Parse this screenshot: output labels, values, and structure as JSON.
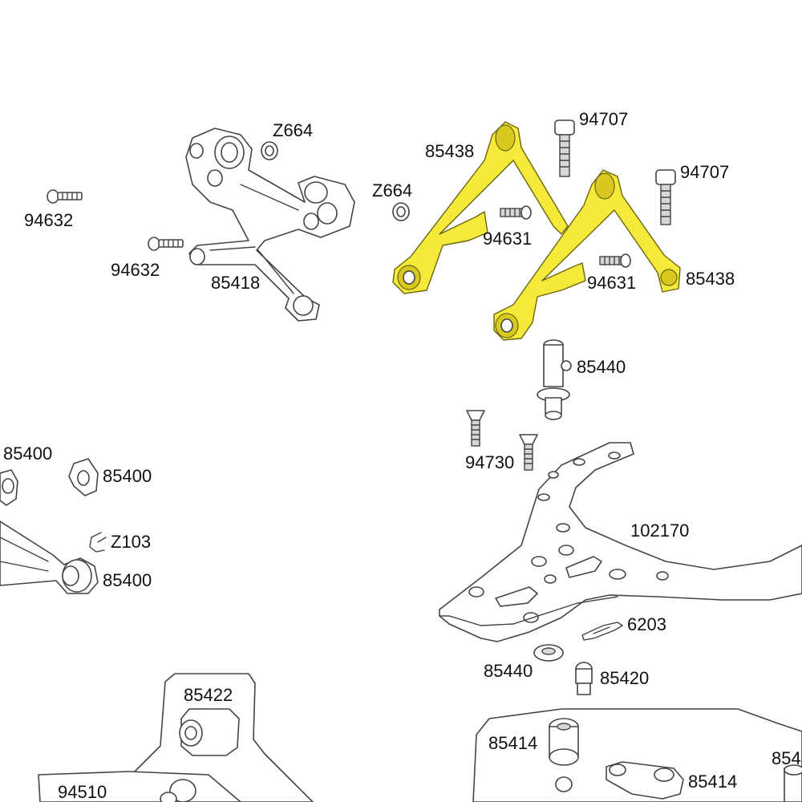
{
  "diagram": {
    "labels": [
      {
        "id": "z664-a",
        "text": "Z664"
      },
      {
        "id": "p94707-a",
        "text": "94707"
      },
      {
        "id": "p85438-a",
        "text": "85438"
      },
      {
        "id": "p94707-b",
        "text": "94707"
      },
      {
        "id": "p94632-a",
        "text": "94632"
      },
      {
        "id": "z664-b",
        "text": "Z664"
      },
      {
        "id": "p94631-a",
        "text": "94631"
      },
      {
        "id": "p94632-b",
        "text": "94632"
      },
      {
        "id": "p85418",
        "text": "85418"
      },
      {
        "id": "p94631-b",
        "text": "94631"
      },
      {
        "id": "p85438-b",
        "text": "85438"
      },
      {
        "id": "p85440-a",
        "text": "85440"
      },
      {
        "id": "p85400-a",
        "text": "85400"
      },
      {
        "id": "p85400-b",
        "text": "85400"
      },
      {
        "id": "p94730",
        "text": "94730"
      },
      {
        "id": "p102170",
        "text": "102170"
      },
      {
        "id": "z103",
        "text": "Z103"
      },
      {
        "id": "p85400-c",
        "text": "85400"
      },
      {
        "id": "p6203",
        "text": "6203"
      },
      {
        "id": "p85440-b",
        "text": "85440"
      },
      {
        "id": "p85420",
        "text": "85420"
      },
      {
        "id": "p85422",
        "text": "85422"
      },
      {
        "id": "p85414-a",
        "text": "85414"
      },
      {
        "id": "p85414-b",
        "text": "85414"
      },
      {
        "id": "p94510",
        "text": "94510"
      },
      {
        "id": "p85-cut",
        "text": "854"
      }
    ],
    "highlight_color": "#f5e93a"
  }
}
